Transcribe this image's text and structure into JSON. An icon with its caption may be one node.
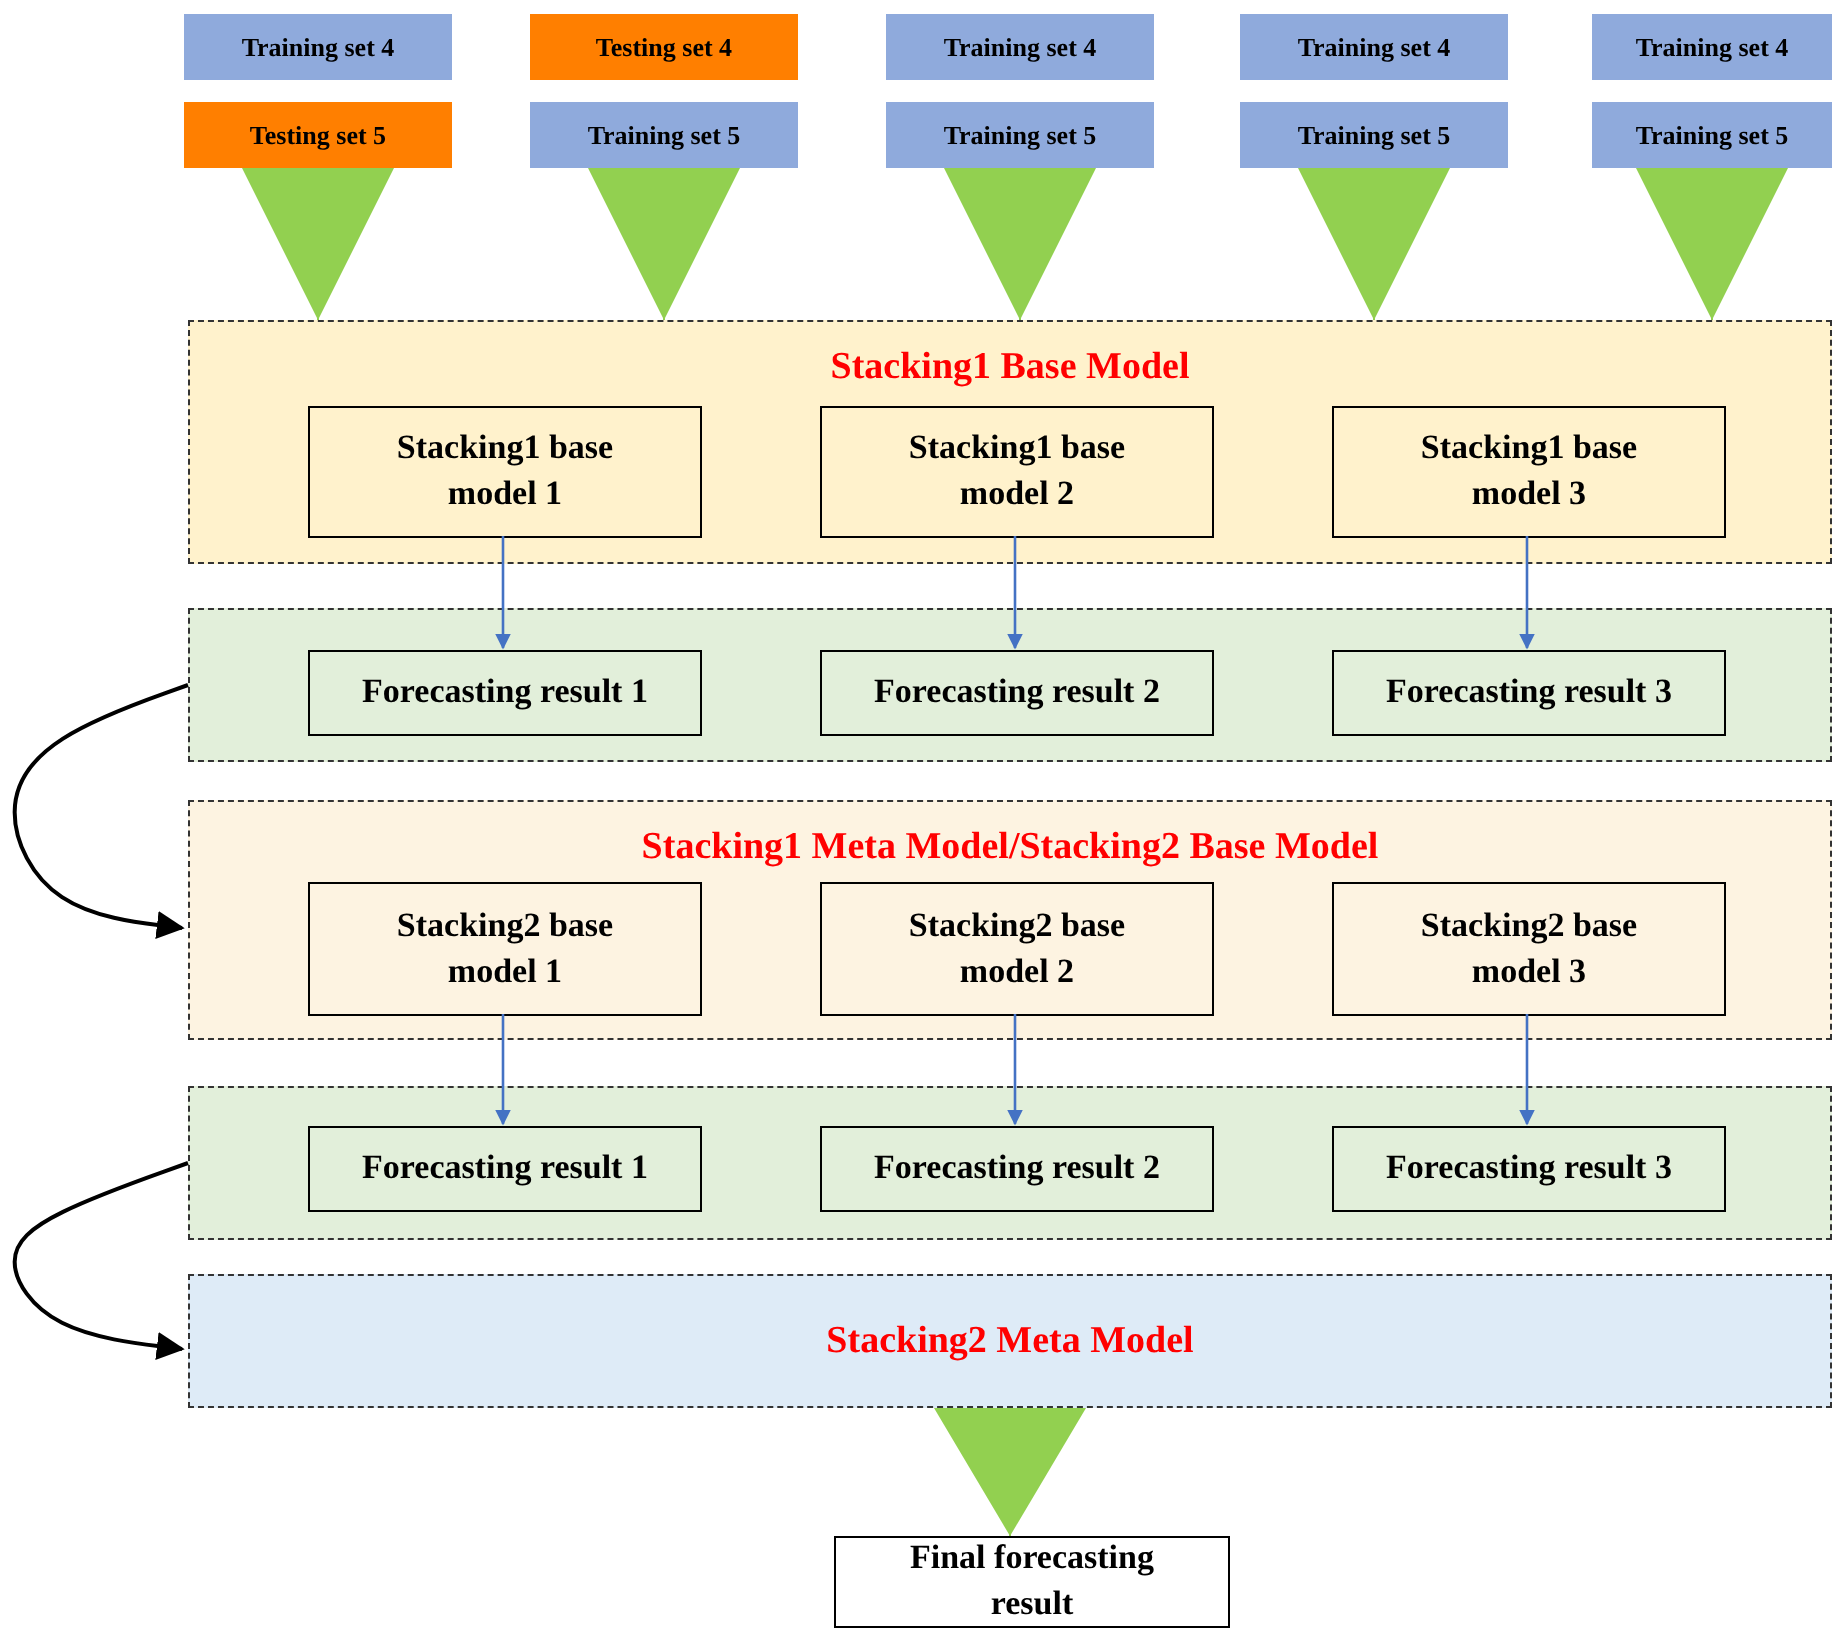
{
  "diagram": {
    "nodes": [
      {
        "text": [
          "Training set 4"
        ]
      },
      {
        "text": [
          "Testing set 4"
        ]
      },
      {
        "text": [
          "Training set 4"
        ]
      },
      {
        "text": [
          "Training set 4"
        ]
      },
      {
        "text": [
          "Training set 4"
        ]
      },
      {
        "text": [
          "Testing set 5"
        ]
      },
      {
        "text": [
          "Training set 5"
        ]
      },
      {
        "text": [
          "Training set 5"
        ]
      },
      {
        "text": [
          "Training set 5"
        ]
      },
      {
        "text": [
          "Training set 5"
        ]
      },
      {
        "text": [
          "Stacking1 Base Model"
        ]
      },
      {
        "text": [
          "Stacking1 base model 1"
        ],
        "in": 10
      },
      {
        "text": [
          "Stacking1 base model 2"
        ],
        "in": 10
      },
      {
        "text": [
          "Stacking1 base model 3"
        ],
        "in": 10
      },
      {
        "text": [],
        "shape": "box"
      },
      {
        "text": [
          "Forecasting result 1"
        ],
        "in": 14
      },
      {
        "text": [
          "Forecasting result 2"
        ],
        "in": 14
      },
      {
        "text": [
          "Forecasting result 3"
        ],
        "in": 14
      },
      {
        "text": [
          "Stacking1 Meta Model/Stacking2 Base Model"
        ]
      },
      {
        "text": [
          "Stacking2 base model 1"
        ],
        "in": 18
      },
      {
        "text": [
          "Stacking2 base model 2"
        ],
        "in": 18
      },
      {
        "text": [
          "Stacking2 base model 3"
        ],
        "in": 18
      },
      {
        "text": [],
        "shape": "box"
      },
      {
        "text": [
          "Forecasting result 1"
        ],
        "in": 22
      },
      {
        "text": [
          "Forecasting result 2"
        ],
        "in": 22
      },
      {
        "text": [
          "Forecasting result 3"
        ],
        "in": 22
      },
      {
        "text": [
          "Stacking2 Meta Model"
        ]
      },
      {
        "text": [
          "Final forecasting result"
        ]
      }
    ],
    "edges": [
      {
        "from": 5,
        "to": 10,
        "arrow": "to",
        "color": "#92d050"
      },
      {
        "from": 6,
        "to": 10,
        "arrow": "to",
        "color": "#92d050"
      },
      {
        "from": 7,
        "to": 10,
        "arrow": "to",
        "color": "#92d050"
      },
      {
        "from": 8,
        "to": 10,
        "arrow": "to",
        "color": "#92d050"
      },
      {
        "from": 9,
        "to": 10,
        "arrow": "to",
        "color": "#92d050"
      },
      {
        "from": 11,
        "to": 15,
        "arrow": "to",
        "color": "#4472c4"
      },
      {
        "from": 12,
        "to": 16,
        "arrow": "to",
        "color": "#4472c4"
      },
      {
        "from": 13,
        "to": 17,
        "arrow": "to",
        "color": "#4472c4"
      },
      {
        "from": 14,
        "to": 18,
        "arrow": "to",
        "color": "#000000"
      },
      {
        "from": 19,
        "to": 23,
        "arrow": "to",
        "color": "#4472c4"
      },
      {
        "from": 20,
        "to": 24,
        "arrow": "to",
        "color": "#4472c4"
      },
      {
        "from": 21,
        "to": 25,
        "arrow": "to",
        "color": "#4472c4"
      },
      {
        "from": 22,
        "to": 26,
        "arrow": "to",
        "color": "#000000"
      },
      {
        "from": 26,
        "to": 27,
        "arrow": "to",
        "color": "#92d050"
      }
    ]
  }
}
